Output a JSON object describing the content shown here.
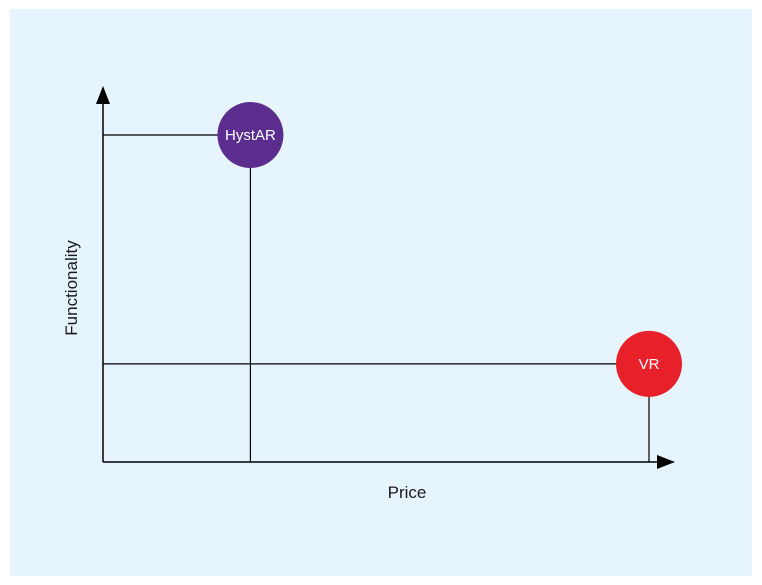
{
  "chart_data": {
    "type": "scatter",
    "title": "",
    "xlabel": "Price",
    "ylabel": "Functionality",
    "xlim": [
      0,
      1
    ],
    "ylim": [
      0,
      1
    ],
    "grid": false,
    "legend": "none",
    "points": [
      {
        "label": "HystAR",
        "x": 0.27,
        "y": 0.9,
        "color": "#5b2d8e"
      },
      {
        "label": "VR",
        "x": 1.0,
        "y": 0.27,
        "color": "#e8202a"
      }
    ]
  },
  "colors": {
    "background": "#e6f5fd",
    "axis": "#000000"
  }
}
